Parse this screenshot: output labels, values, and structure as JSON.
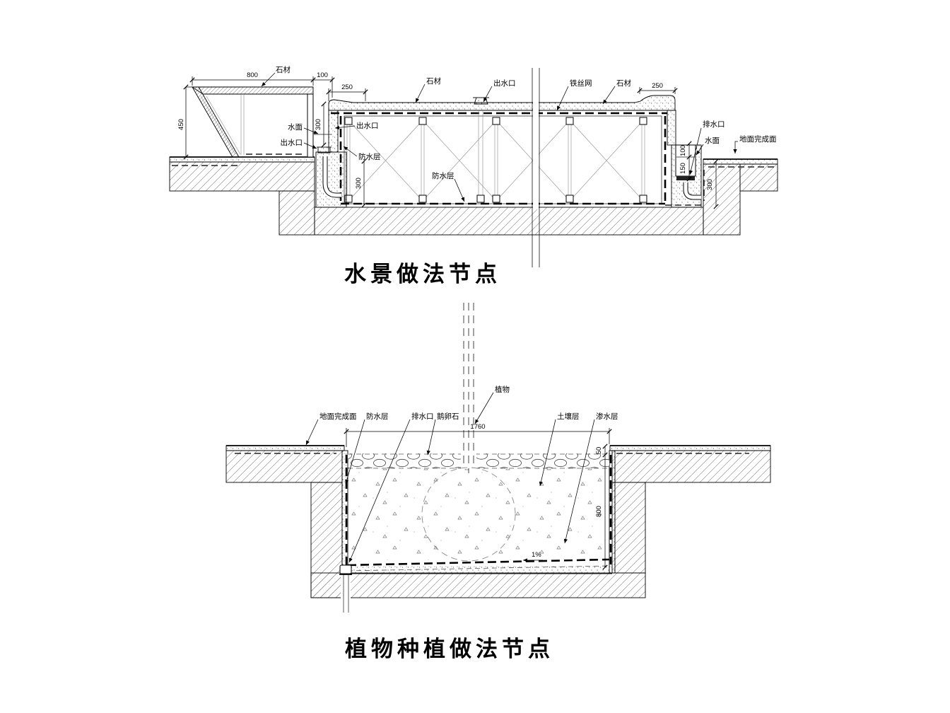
{
  "water": {
    "title": "水景做法节点",
    "labels": {
      "stone": "石材",
      "outlet": "出水口",
      "water_surface": "水面",
      "waterproof_layer": "防水层",
      "wire_mesh": "铁丝网",
      "drain_outlet": "排水口",
      "ground_finish": "地面完成面"
    },
    "dims": {
      "d800": "800",
      "d100": "100",
      "d450": "450",
      "d250": "250",
      "d300": "300",
      "d150": "150"
    }
  },
  "planting": {
    "title": "植物种植做法节点",
    "labels": {
      "ground_finish": "地面完成面",
      "waterproof_layer": "防水层",
      "drain_outlet": "排水口",
      "cobblestone": "鹅卵石",
      "plant": "植物",
      "soil_layer": "土壤层",
      "seepage_layer": "渗水层",
      "slope": "1%"
    },
    "dims": {
      "d1760": "1760",
      "d50": "50",
      "d800": "800"
    }
  }
}
